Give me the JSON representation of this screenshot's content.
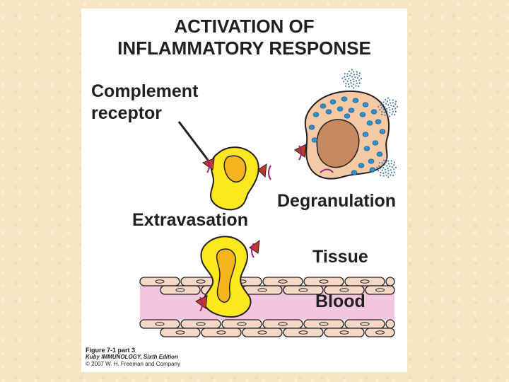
{
  "title": {
    "line1": "ACTIVATION OF",
    "line2": "INFLAMMATORY RESPONSE"
  },
  "labels": {
    "complement_line1": "Complement",
    "complement_line2": "receptor",
    "degranulation": "Degranulation",
    "extravasation": "Extravasation",
    "tissue": "Tissue",
    "blood": "Blood"
  },
  "credit": {
    "figure": "Figure 7-1 part 3",
    "book": "Kuby IMMUNOLOGY, Sixth Edition",
    "copyright": "© 2007 W. H. Freeman and Company"
  },
  "colors": {
    "background": "#f7e6c4",
    "cell_yellow": "#fde71f",
    "cell_nucleus": "#f4b51c",
    "mast_cell": "#f3c9a6",
    "mast_nucleus": "#c9895e",
    "granule": "#2b8fd0",
    "receptor_red": "#c0392b",
    "receptor_arc": "#a0237a",
    "blood_vessel": "#f2c6df",
    "endothelium": "#f5d9c6"
  }
}
